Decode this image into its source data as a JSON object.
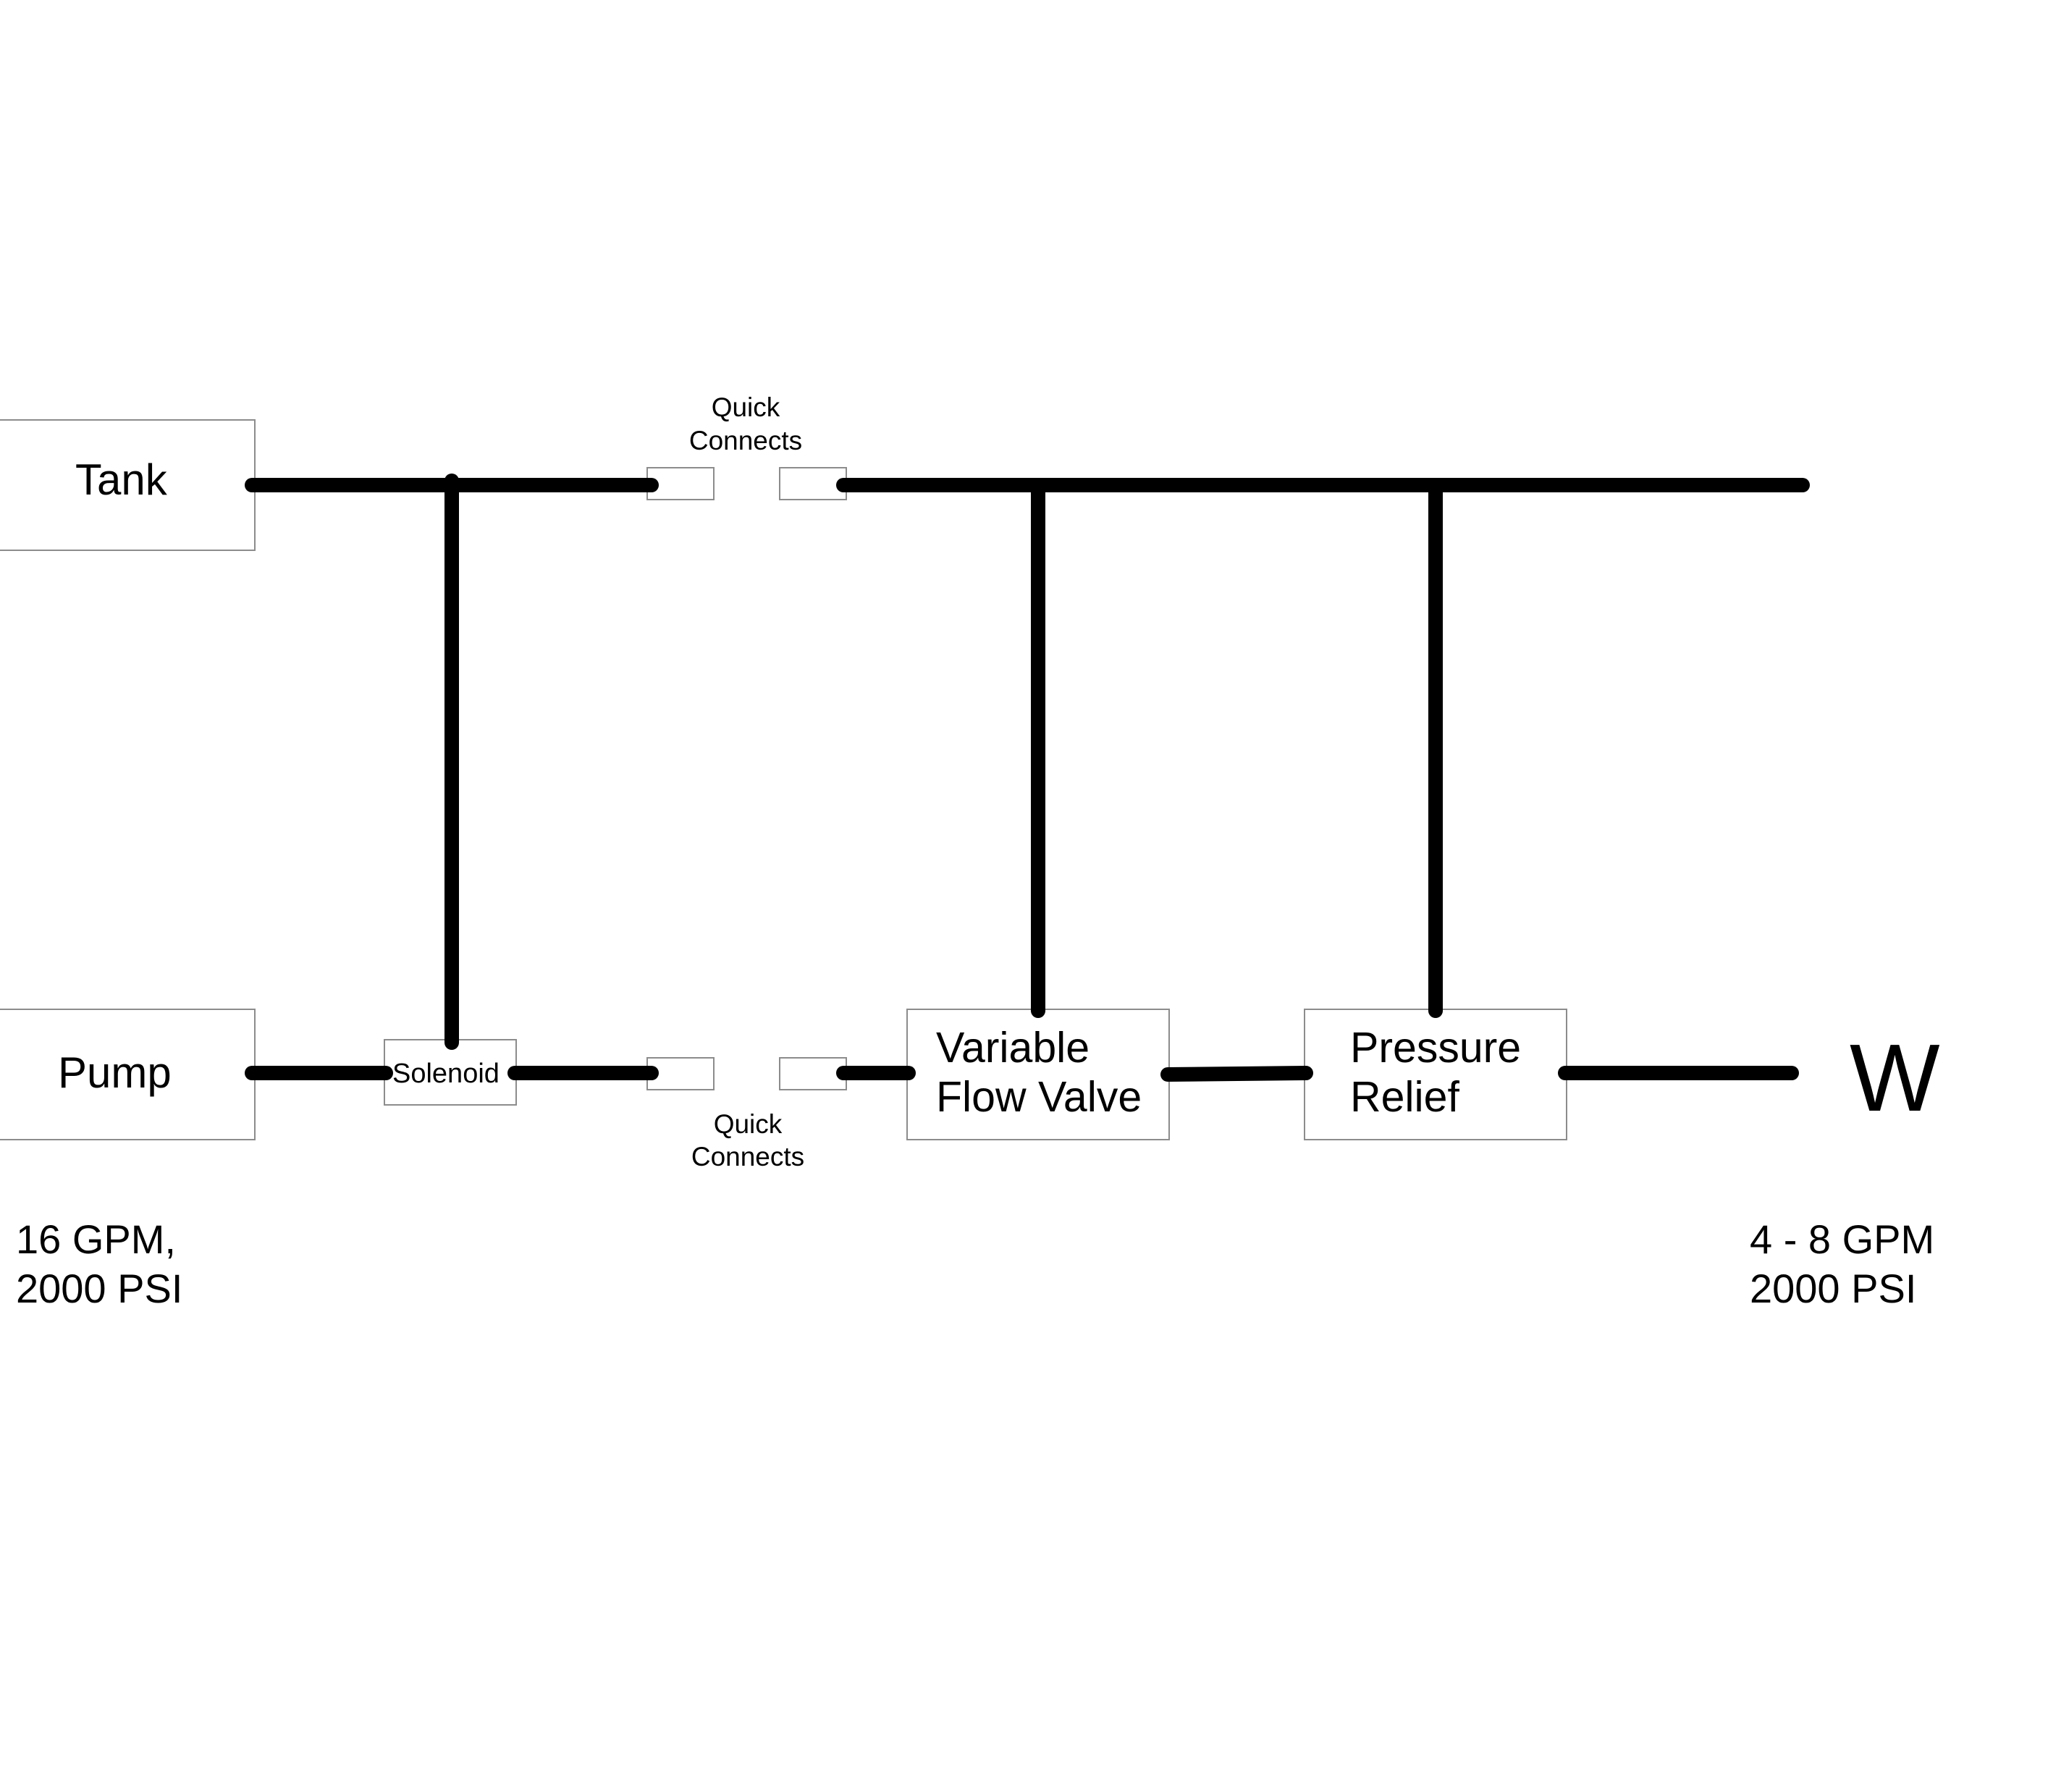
{
  "components": {
    "tank": "Tank",
    "pump": "Pump",
    "solenoid": "Solenoid",
    "variable_flow_valve": [
      "Variable",
      "Flow Valve"
    ],
    "pressure_relief": [
      "Pressure",
      "Relief"
    ],
    "work_port": "W"
  },
  "quick_connects": {
    "top": [
      "Quick",
      "Connects"
    ],
    "bottom": [
      "Quick",
      "Connects"
    ]
  },
  "specs": {
    "pump_output": [
      "16 GPM,",
      "2000 PSI"
    ],
    "work_output": [
      "4 - 8 GPM",
      "2000 PSI"
    ]
  },
  "colors": {
    "pipe": "#000000",
    "box_border": "#8c8c8c",
    "background": "#ffffff"
  }
}
